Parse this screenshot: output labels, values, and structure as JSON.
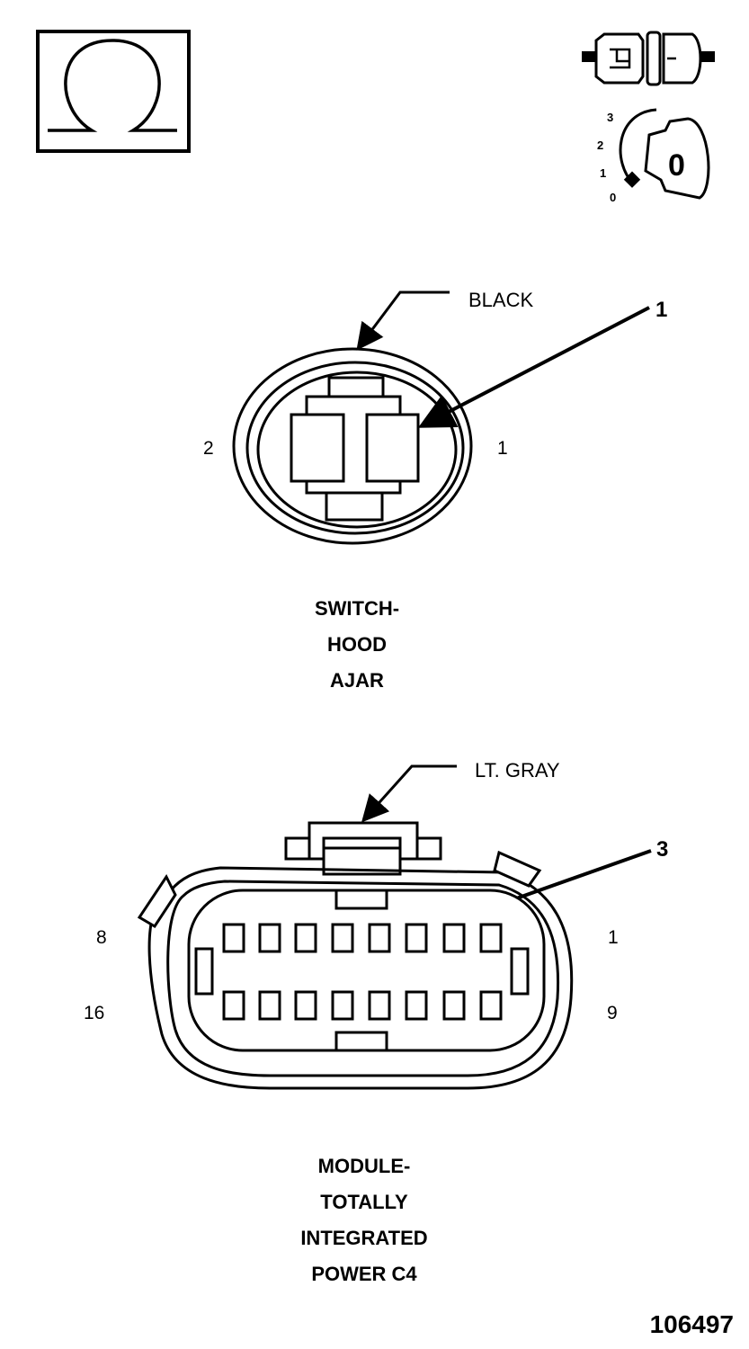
{
  "icons": {
    "ohmmeter": "ohm-icon",
    "connector": "disconnected-connector-icon",
    "ignition": "ignition-key-icon",
    "ignition_positions": [
      "3",
      "2",
      "1",
      "0"
    ],
    "ignition_key_label": "0"
  },
  "connector1": {
    "color_label": "BLACK",
    "callout": "1",
    "pin_left": "2",
    "pin_right": "1",
    "title_lines": [
      "SWITCH-",
      "HOOD",
      "AJAR"
    ]
  },
  "connector2": {
    "color_label": "LT. GRAY",
    "callout": "3",
    "pin_top_left": "8",
    "pin_top_right": "1",
    "pin_bottom_left": "16",
    "pin_bottom_right": "9",
    "title_lines": [
      "MODULE-",
      "TOTALLY",
      "INTEGRATED",
      "POWER C4"
    ]
  },
  "figure_number": "106497"
}
